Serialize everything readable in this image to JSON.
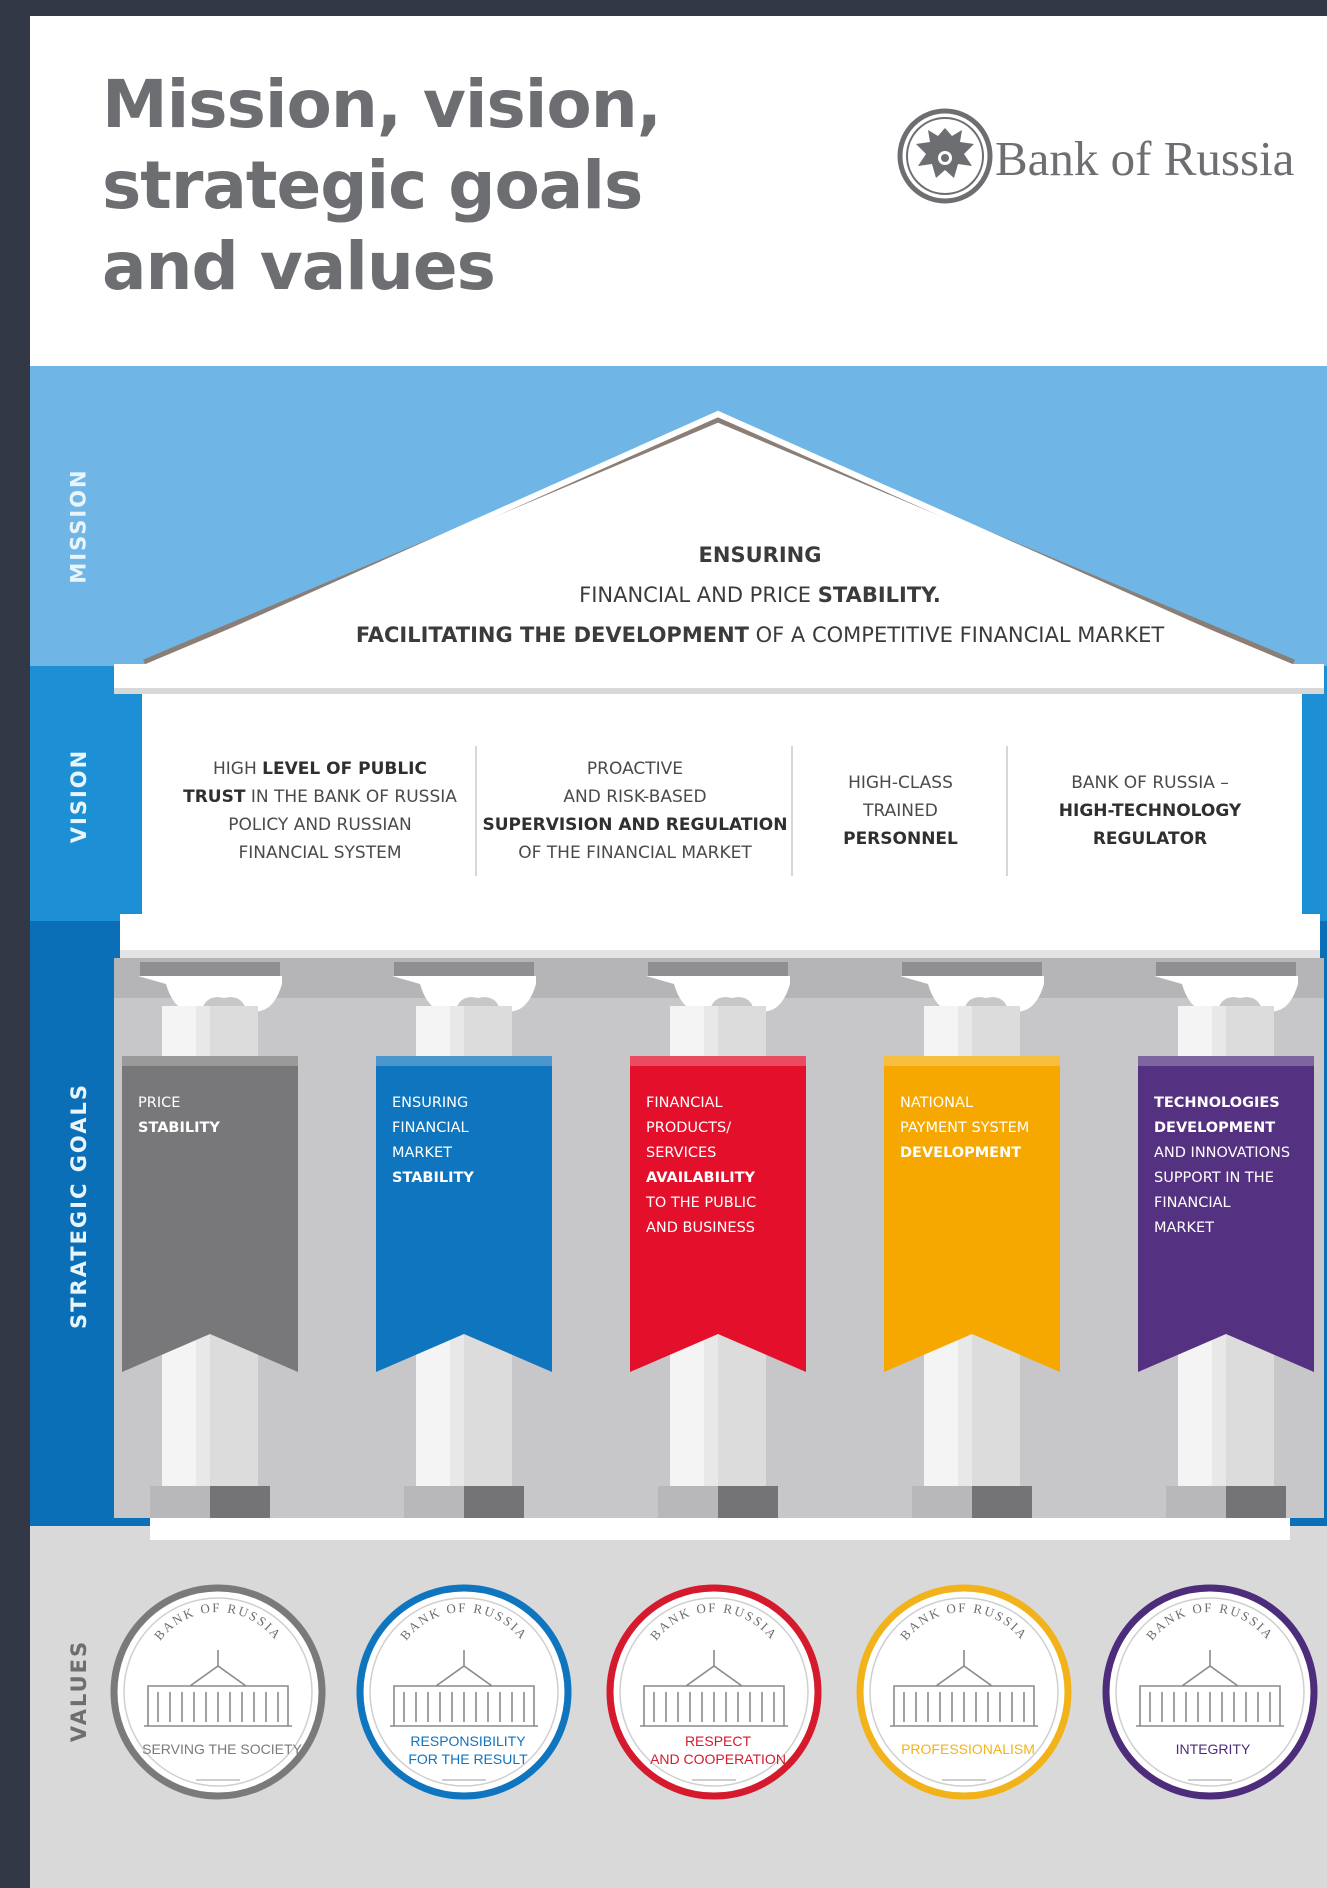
{
  "header": {
    "title_lines": [
      "Mission, vision,",
      "strategic goals",
      "and values"
    ],
    "logo_text": "Bank of Russia",
    "logo_icon": "double-headed-eagle-emblem"
  },
  "side_labels": {
    "mission": "MISSION",
    "vision": "VISION",
    "strategic_goals": "STRATEGIC GOALS",
    "values": "VALUES"
  },
  "mission": {
    "line1_bold": "ENSURING",
    "line2_normal": "FINANCIAL AND PRICE ",
    "line2_bold": "STABILITY.",
    "line3_bold": "FACILITATING THE DEVELOPMENT",
    "line3_normal": " OF A COMPETITIVE FINANCIAL MARKET"
  },
  "vision": [
    {
      "l1a": "HIGH ",
      "l1b": "LEVEL OF PUBLIC",
      "l2a": "TRUST",
      "l2b": " IN THE BANK OF RUSSIA",
      "l3": "POLICY AND RUSSIAN",
      "l4": "FINANCIAL SYSTEM"
    },
    {
      "l1": "PROACTIVE",
      "l2": "AND RISK-BASED",
      "l3": "SUPERVISION AND REGULATION",
      "l4": "OF THE FINANCIAL MARKET"
    },
    {
      "l1": "HIGH-CLASS",
      "l2": "TRAINED",
      "l3": "PERSONNEL"
    },
    {
      "l1": "BANK OF RUSSIA –",
      "l2": "HIGH-TECHNOLOGY",
      "l3": "REGULATOR"
    }
  ],
  "goals": [
    {
      "color": "#78787a",
      "l1": "PRICE",
      "l2": "STABILITY"
    },
    {
      "color": "#0e75be",
      "l1": "ENSURING",
      "l2": "FINANCIAL",
      "l3": "MARKET",
      "l4": "STABILITY"
    },
    {
      "color": "#e30f2b",
      "l1": "FINANCIAL",
      "l2": "PRODUCTS/",
      "l3": "SERVICES",
      "l4": "AVAILABILITY",
      "l5": "TO THE PUBLIC",
      "l6": "AND BUSINESS"
    },
    {
      "color": "#f6a800",
      "l1": "NATIONAL",
      "l2": "PAYMENT SYSTEM",
      "l3": "DEVELOPMENT"
    },
    {
      "color": "#553281",
      "l1": "TECHNOLOGIES",
      "l2": "DEVELOPMENT",
      "l3": "AND INNOVATIONS",
      "l4": "SUPPORT IN THE",
      "l5": "FINANCIAL",
      "l6": "MARKET"
    }
  ],
  "values": [
    {
      "color": "#7a7a7c",
      "ring": "BANK OF RUSSIA",
      "l1": "SERVING THE SOCIETY"
    },
    {
      "color": "#0e75be",
      "ring": "BANK OF RUSSIA",
      "l1": "RESPONSIBILITY",
      "l2": "FOR THE RESULT"
    },
    {
      "color": "#d51a2e",
      "ring": "BANK OF RUSSIA",
      "l1": "RESPECT",
      "l2": "AND COOPERATION"
    },
    {
      "color": "#f2b21a",
      "ring": "BANK OF RUSSIA",
      "l1": "PROFESSIONALISM"
    },
    {
      "color": "#4d2d7b",
      "ring": "BANK OF RUSSIA",
      "l1": "INTEGRITY"
    }
  ]
}
